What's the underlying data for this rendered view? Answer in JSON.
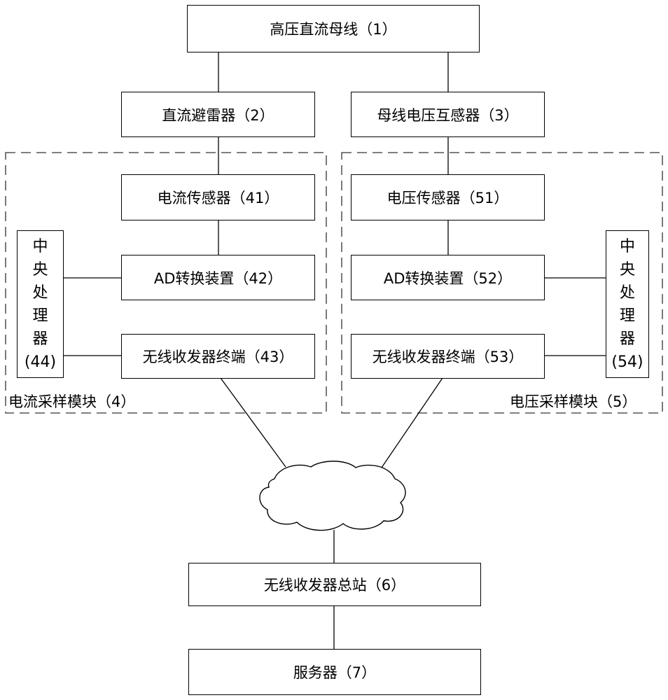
{
  "nodes": {
    "bus": "高压直流母线（1）",
    "arrester": "直流避雷器（2）",
    "transformer": "母线电压互感器（3）",
    "current_sensor": "电流传感器（41）",
    "ad_left": "AD转换装置（42）",
    "wireless_left": "无线收发器终端（43）",
    "cpu_left": [
      "中",
      "央",
      "处",
      "理",
      "器",
      "(44)"
    ],
    "voltage_sensor": "电压传感器（51）",
    "ad_right": "AD转换装置（52）",
    "wireless_right": "无线收发器终端（53）",
    "cpu_right": [
      "中",
      "央",
      "处",
      "理",
      "器",
      "(54)"
    ],
    "station": "无线收发器总站（6）",
    "server": "服务器（7）"
  },
  "groups": {
    "current_module": "电流采样模块（4）",
    "voltage_module": "电压采样模块（5）"
  }
}
